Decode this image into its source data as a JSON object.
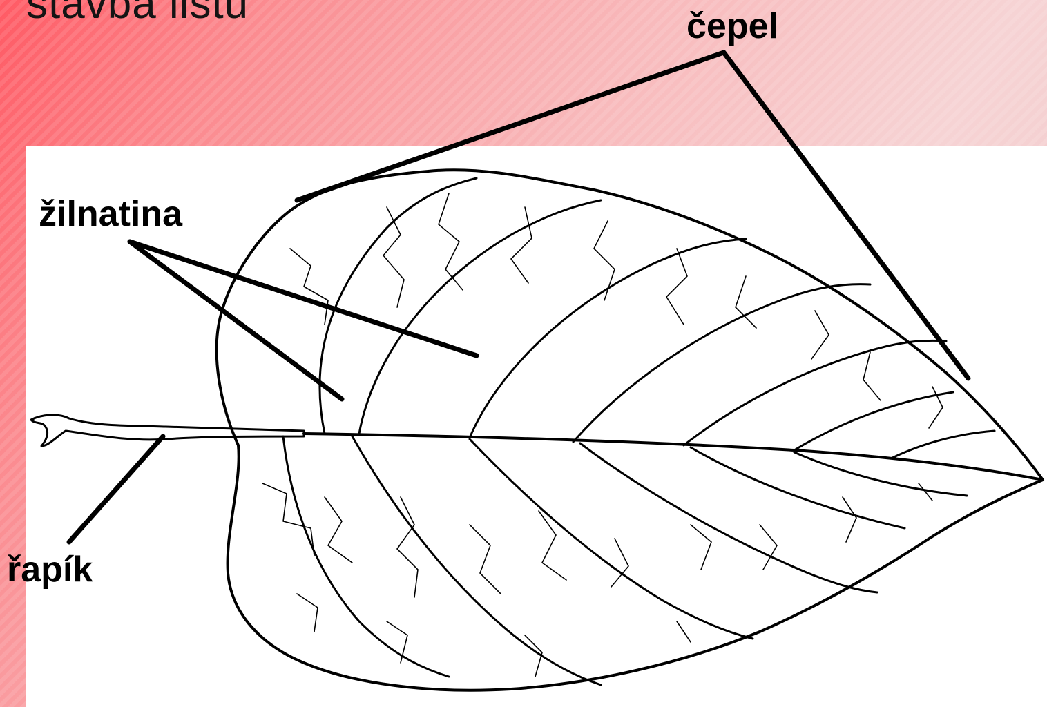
{
  "slide": {
    "title": "stavba listu"
  },
  "labels": {
    "blade": "čepel",
    "venation": "žilnatina",
    "petiole": "řapík"
  },
  "colors": {
    "ink": "#000000",
    "background_accent": "#ff5a64",
    "panel": "#ffffff"
  }
}
